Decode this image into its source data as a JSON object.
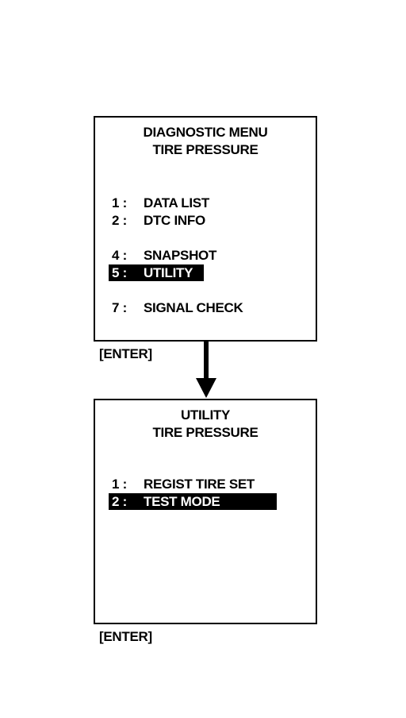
{
  "screens": [
    {
      "title_line1": "DIAGNOSTIC MENU",
      "title_line2": "TIRE PRESSURE",
      "items": [
        {
          "number": "1 :",
          "label": "DATA LIST",
          "selected": false
        },
        {
          "number": "2 :",
          "label": "DTC INFO",
          "selected": false
        },
        {
          "number": "4 :",
          "label": "SNAPSHOT",
          "selected": false
        },
        {
          "number": "5 :",
          "label": "UTILITY",
          "selected": true
        },
        {
          "number": "7 :",
          "label": "SIGNAL CHECK",
          "selected": false
        }
      ],
      "enter_label": "[ENTER]"
    },
    {
      "title_line1": "UTILITY",
      "title_line2": "TIRE PRESSURE",
      "items": [
        {
          "number": "1 :",
          "label": "REGIST TIRE SET",
          "selected": false
        },
        {
          "number": "2 :",
          "label": "TEST MODE",
          "selected": true
        }
      ],
      "enter_label": "[ENTER]"
    }
  ],
  "colors": {
    "foreground": "#000000",
    "background": "#ffffff",
    "highlight_bg": "#000000",
    "highlight_fg": "#ffffff"
  },
  "icons": {
    "transition_arrow": "down-arrow-icon"
  }
}
